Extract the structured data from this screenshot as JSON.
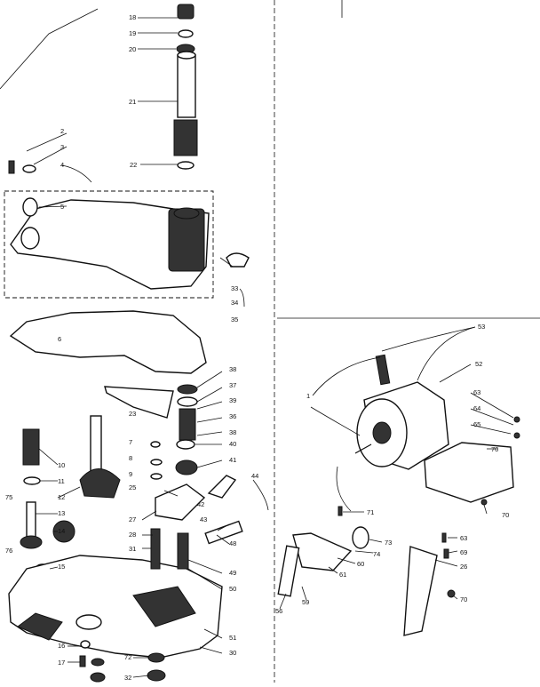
{
  "labels": [
    {
      "id": "18",
      "text": "18"
    },
    {
      "id": "19",
      "text": "19"
    },
    {
      "id": "20",
      "text": "20"
    },
    {
      "id": "21",
      "text": "21"
    },
    {
      "id": "22",
      "text": "22"
    },
    {
      "id": "2",
      "text": "2"
    },
    {
      "id": "3",
      "text": "3"
    },
    {
      "id": "4",
      "text": "4"
    },
    {
      "id": "5",
      "text": "5"
    },
    {
      "id": "33",
      "text": "33"
    },
    {
      "id": "34",
      "text": "34"
    },
    {
      "id": "35",
      "text": "35"
    },
    {
      "id": "6",
      "text": "6"
    },
    {
      "id": "38",
      "text": "38"
    },
    {
      "id": "37",
      "text": "37"
    },
    {
      "id": "23",
      "text": "23"
    },
    {
      "id": "39",
      "text": "39"
    },
    {
      "id": "36",
      "text": "36"
    },
    {
      "id": "38b",
      "text": "38"
    },
    {
      "id": "40",
      "text": "40"
    },
    {
      "id": "7",
      "text": "7"
    },
    {
      "id": "8",
      "text": "8"
    },
    {
      "id": "9",
      "text": "9"
    },
    {
      "id": "41",
      "text": "41"
    },
    {
      "id": "10",
      "text": "10"
    },
    {
      "id": "11",
      "text": "11"
    },
    {
      "id": "12",
      "text": "12"
    },
    {
      "id": "25",
      "text": "25"
    },
    {
      "id": "42",
      "text": "42"
    },
    {
      "id": "44",
      "text": "44"
    },
    {
      "id": "75",
      "text": "75"
    },
    {
      "id": "13",
      "text": "13"
    },
    {
      "id": "27",
      "text": "27"
    },
    {
      "id": "43",
      "text": "43"
    },
    {
      "id": "76",
      "text": "76"
    },
    {
      "id": "14",
      "text": "14"
    },
    {
      "id": "28",
      "text": "28"
    },
    {
      "id": "48",
      "text": "48"
    },
    {
      "id": "31",
      "text": "31"
    },
    {
      "id": "49",
      "text": "49"
    },
    {
      "id": "15",
      "text": "15"
    },
    {
      "id": "50",
      "text": "50"
    },
    {
      "id": "51",
      "text": "51"
    },
    {
      "id": "16",
      "text": "16"
    },
    {
      "id": "30",
      "text": "30"
    },
    {
      "id": "17",
      "text": "17"
    },
    {
      "id": "72",
      "text": "72"
    },
    {
      "id": "32",
      "text": "32"
    },
    {
      "id": "53",
      "text": "53"
    },
    {
      "id": "52",
      "text": "52"
    },
    {
      "id": "1",
      "text": "1"
    },
    {
      "id": "63",
      "text": "63"
    },
    {
      "id": "64",
      "text": "64"
    },
    {
      "id": "65",
      "text": "65"
    },
    {
      "id": "70",
      "text": "70"
    },
    {
      "id": "70b",
      "text": "70"
    },
    {
      "id": "71",
      "text": "71"
    },
    {
      "id": "73",
      "text": "73"
    },
    {
      "id": "74",
      "text": "74"
    },
    {
      "id": "60",
      "text": "60"
    },
    {
      "id": "61",
      "text": "61"
    },
    {
      "id": "56",
      "text": "56"
    },
    {
      "id": "59",
      "text": "59"
    },
    {
      "id": "63b",
      "text": "63"
    },
    {
      "id": "69",
      "text": "69"
    },
    {
      "id": "26",
      "text": "26"
    },
    {
      "id": "70c",
      "text": "70"
    }
  ]
}
